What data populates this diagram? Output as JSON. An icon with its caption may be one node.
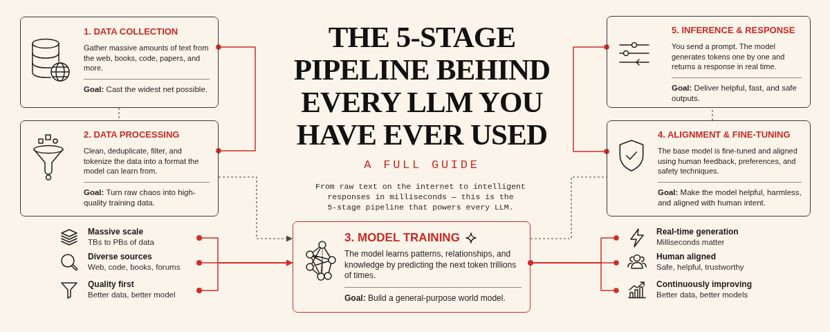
{
  "diagram": {
    "title": "THE 5-STAGE PIPELINE BEHIND EVERY LLM YOU HAVE EVER USED",
    "nodes": [
      {
        "text": [
          "1. DATA COLLECTION",
          "Gather massive amounts of text from the web, books, code, papers, and more.",
          "**Goal:** Cast the widest net possible."
        ]
      },
      {
        "text": [
          "2. DATA PROCESSING",
          "Clean, deduplicate, filter, and tokenize the data into a format the model can learn from.",
          "**Goal:** Turn raw chaos into high-quality training data."
        ]
      },
      {
        "text": [
          "Massive scale",
          "TBs to PBs of data"
        ]
      },
      {
        "text": [
          "Diverse sources",
          "Web, code, books, forums"
        ]
      },
      {
        "text": [
          "Quality first",
          "Better data, better model"
        ]
      },
      {
        "text": [
          "3. MODEL TRAINING",
          "The model learns patterns, relationships, and knowledge by predicting the next token trillions of times.",
          "**Goal:** Build a general-purpose world model."
        ]
      },
      {
        "text": [
          "5. INFERENCE & RESPONSE",
          "You send a prompt. The model generates tokens one by one and returns a response in real time.",
          "**Goal:** Deliver helpful, fast, and safe outputs."
        ]
      },
      {
        "text": [
          "4. ALIGNMENT & FINE-TUNING",
          "The base model is fine-tuned and aligned using human feedback, preferences, and safety techniques.",
          "**Goal:** Make the model helpful, harmless, and aligned with human intent."
        ]
      },
      {
        "text": [
          "Real-time generation",
          "Milliseconds matter"
        ]
      },
      {
        "text": [
          "Human aligned",
          "Safe, helpful, trustworthy"
        ]
      },
      {
        "text": [
          "Continuously improving",
          "Better data, better models"
        ]
      }
    ],
    "edges": [
      {
        "from": 0,
        "to": 1,
        "arrow": "none",
        "style": "dashed",
        "color": "#4a4a4a"
      },
      {
        "from": 0,
        "to": 1,
        "arrow": "other"
      },
      {
        "from": 1,
        "to": 5,
        "arrow": "to",
        "style": "dashed",
        "color": "#4a4a4a"
      },
      {
        "from": 2,
        "to": 5,
        "arrow": "to"
      },
      {
        "from": 3,
        "to": 5,
        "arrow": "to"
      },
      {
        "from": 4,
        "to": 5,
        "arrow": "to"
      },
      {
        "from": 5,
        "to": 7,
        "arrow": "none",
        "style": "dashed",
        "color": "#4a4a4a"
      },
      {
        "from": 7,
        "to": 6,
        "arrow": "other"
      },
      {
        "from": 7,
        "to": 6,
        "arrow": "none",
        "style": "dashed",
        "color": "#4a4a4a"
      },
      {
        "from": 5,
        "to": 8,
        "arrow": "other"
      },
      {
        "from": 5,
        "to": 9,
        "arrow": "other"
      },
      {
        "from": 5,
        "to": 10,
        "arrow": "other"
      }
    ],
    "labels": [
      "A FULL GUIDE",
      "From raw text on the internet to intelligent responses in milliseconds — this is the 5-stage pipeline that powers every LLM."
    ]
  }
}
